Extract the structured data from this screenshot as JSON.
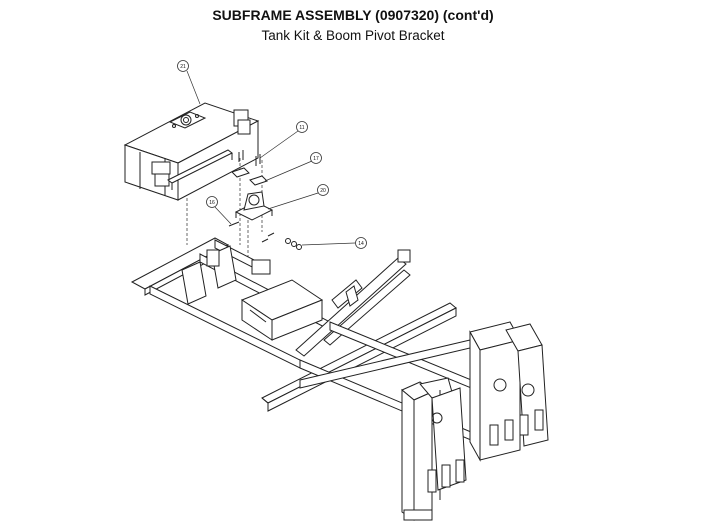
{
  "header": {
    "title": "SUBFRAME ASSEMBLY (0907320) (cont'd)",
    "subtitle": "Tank Kit & Boom Pivot Bracket"
  },
  "callouts": [
    {
      "id": "c21",
      "label": "21"
    },
    {
      "id": "c11",
      "label": "11"
    },
    {
      "id": "c17",
      "label": "17"
    },
    {
      "id": "c20",
      "label": "20"
    },
    {
      "id": "c16",
      "label": "16"
    },
    {
      "id": "c14",
      "label": "14"
    }
  ]
}
